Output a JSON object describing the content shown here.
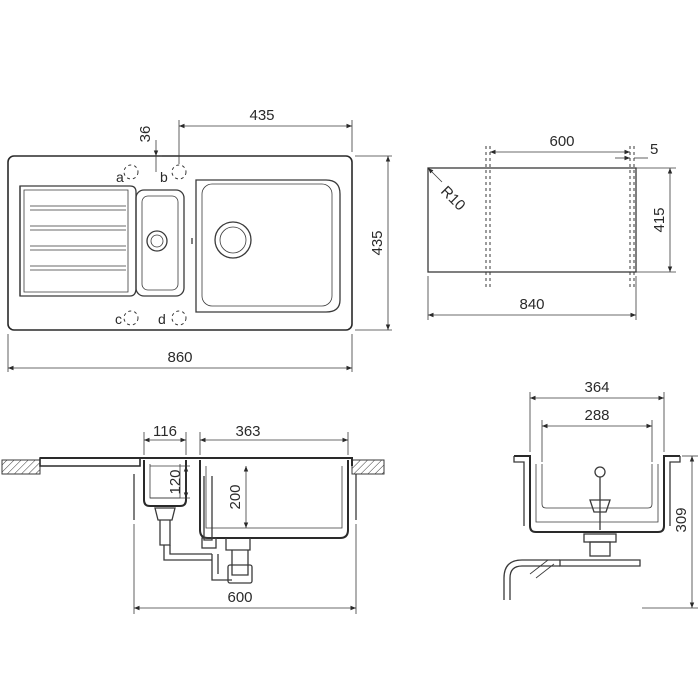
{
  "top_view": {
    "width_label": "860",
    "height_label": "435",
    "bowl_offset_label": "435",
    "hole_offset_label": "36",
    "holes": {
      "a": "a",
      "b": "b",
      "c": "c",
      "d": "d"
    }
  },
  "side_view_top": {
    "inner_width_label": "600",
    "inner_height_label": "415",
    "edge_label": "5",
    "outer_width_label": "840",
    "radius_label": "R10"
  },
  "section_front": {
    "small_bowl_label": "116",
    "main_bowl_label": "363",
    "small_depth_label": "120",
    "main_depth_label": "200",
    "cabinet_label": "600"
  },
  "section_side": {
    "outer_label": "364",
    "inner_label": "288",
    "total_depth_label": "309"
  }
}
